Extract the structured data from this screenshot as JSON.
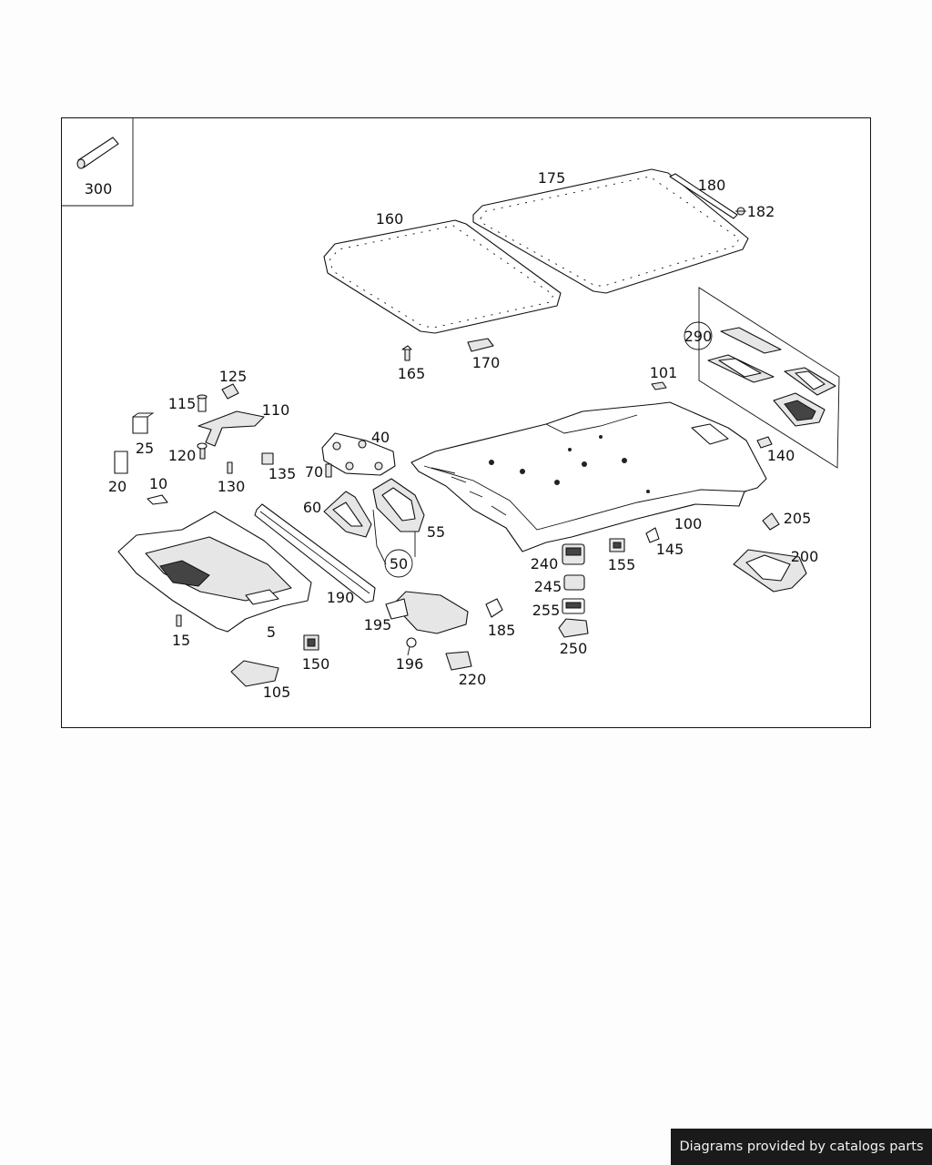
{
  "diagram": {
    "part_numbers": [
      "300",
      "175",
      "180",
      "182",
      "160",
      "290",
      "165",
      "170",
      "101",
      "125",
      "115",
      "110",
      "25",
      "40",
      "140",
      "120",
      "135",
      "70",
      "130",
      "20",
      "10",
      "60",
      "55",
      "100",
      "205",
      "240",
      "155",
      "145",
      "200",
      "50",
      "245",
      "190",
      "255",
      "195",
      "185",
      "5",
      "250",
      "15",
      "150",
      "196",
      "220",
      "105"
    ],
    "circled_callouts": [
      "290",
      "50"
    ]
  },
  "footer": {
    "credit": "Diagrams provided by catalogs parts"
  }
}
